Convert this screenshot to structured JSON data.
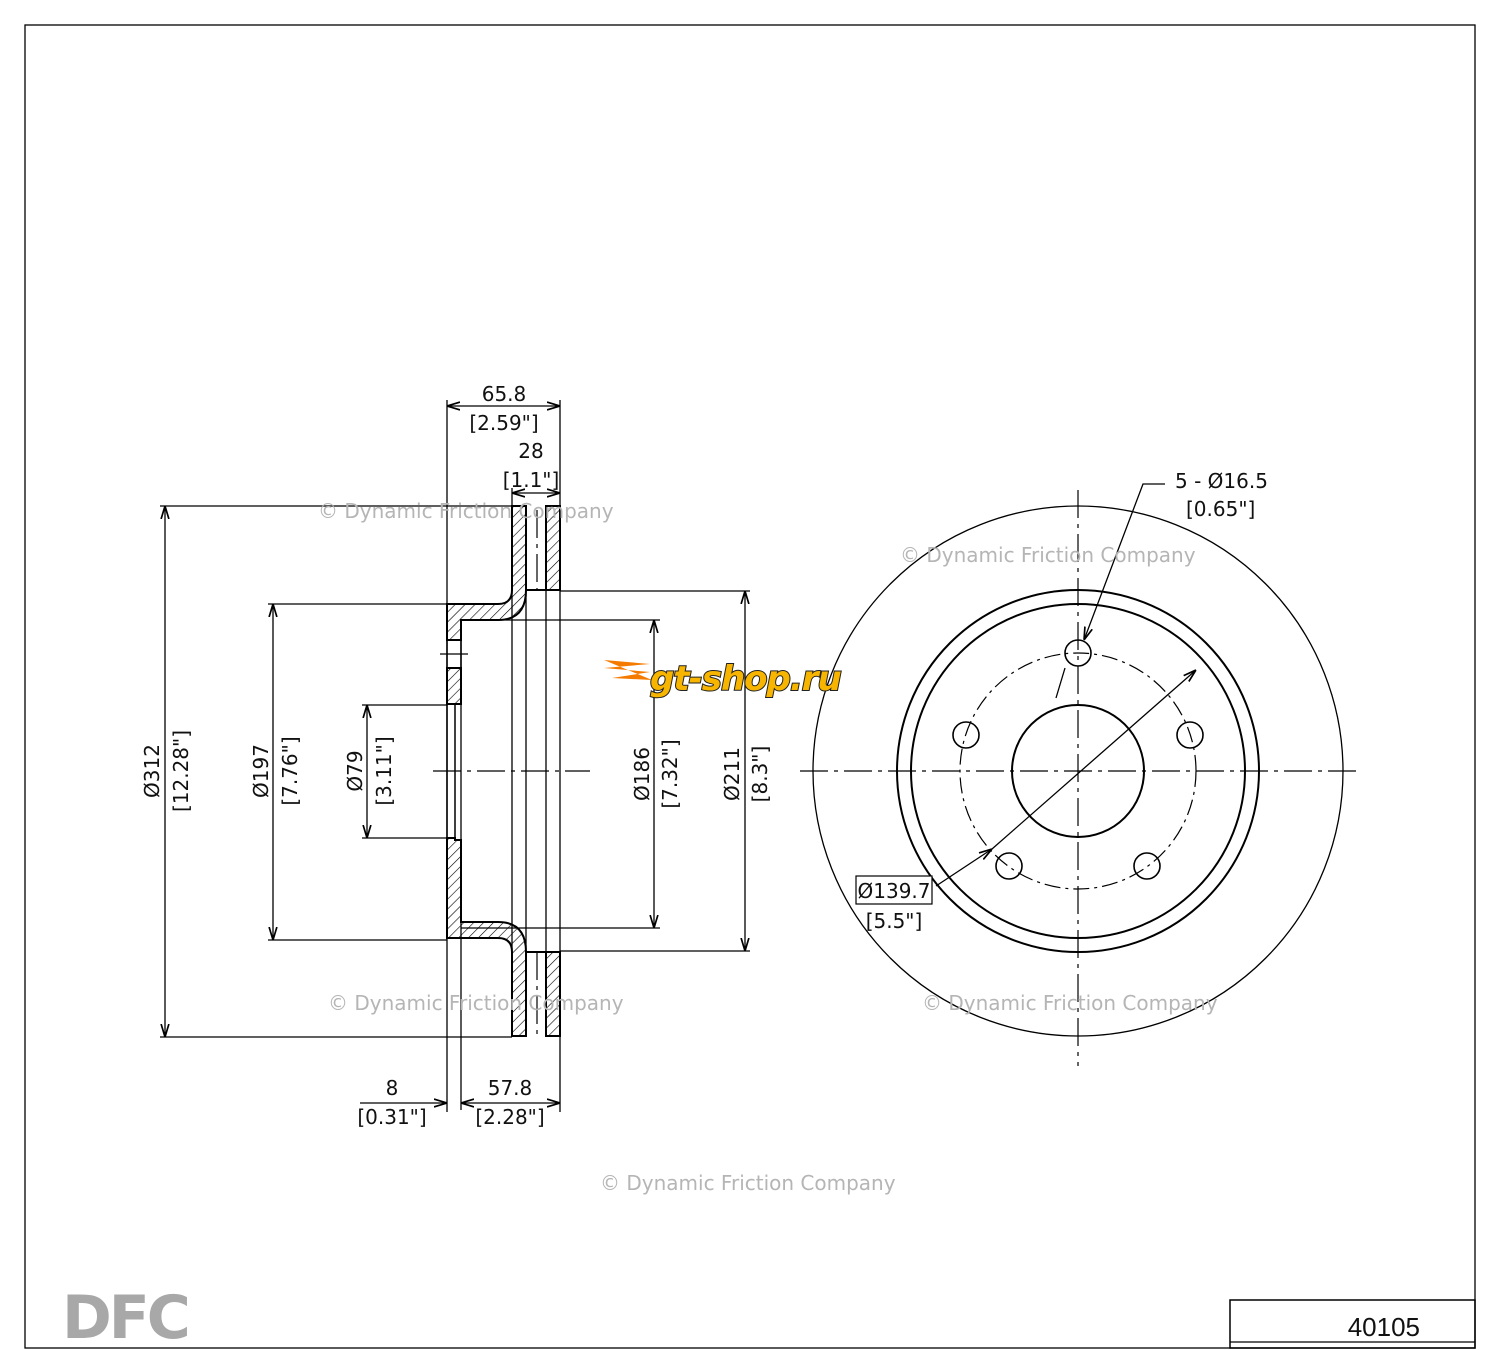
{
  "title_block": {
    "part_number": "40105"
  },
  "brand_logo": "DFC",
  "overlay_logo": "gt-shop.ru",
  "watermark": "© Dynamic Friction Company",
  "dimensions": {
    "overall_height": {
      "mm": "65.8",
      "in": "[2.59\"]"
    },
    "rotor_thickness": {
      "mm": "28",
      "in": "[1.1\"]"
    },
    "outer_diameter": {
      "mm": "Ø312",
      "in": "[12.28\"]"
    },
    "hat_diameter": {
      "mm": "Ø197",
      "in": "[7.76\"]"
    },
    "center_bore": {
      "mm": "Ø79",
      "in": "[3.11\"]"
    },
    "inner_diameter": {
      "mm": "Ø186",
      "in": "[7.32\"]"
    },
    "friction_inner_diameter": {
      "mm": "Ø211",
      "in": "[8.3\"]"
    },
    "hat_thickness": {
      "mm": "8",
      "in": "[0.31\"]"
    },
    "offset": {
      "mm": "57.8",
      "in": "[2.28\"]"
    },
    "bolt_holes": {
      "mm": "5 - Ø16.5",
      "in": "[0.65\"]"
    },
    "bolt_circle": {
      "mm": "Ø139.7",
      "in": "[5.5\"]"
    }
  }
}
